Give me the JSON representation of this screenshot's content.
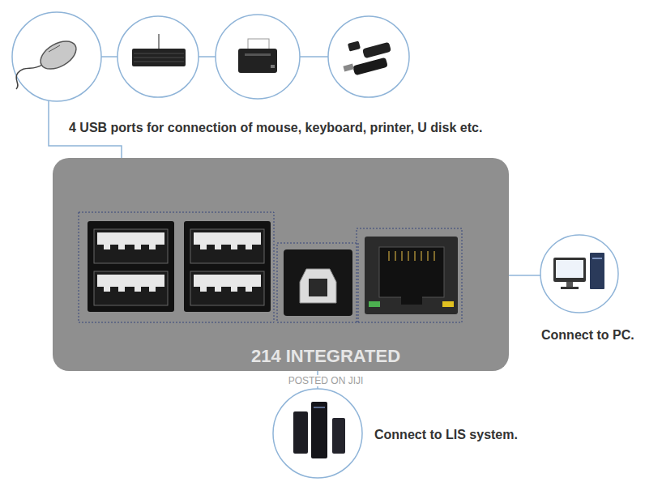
{
  "diagram": {
    "labels": [
      "4 USB ports for connection of mouse, keyboard, printer, U disk etc.",
      "Connect to PC.",
      "Connect to LIS system.",
      "214 INTEGRATED",
      "POSTED ON JIJI"
    ]
  }
}
